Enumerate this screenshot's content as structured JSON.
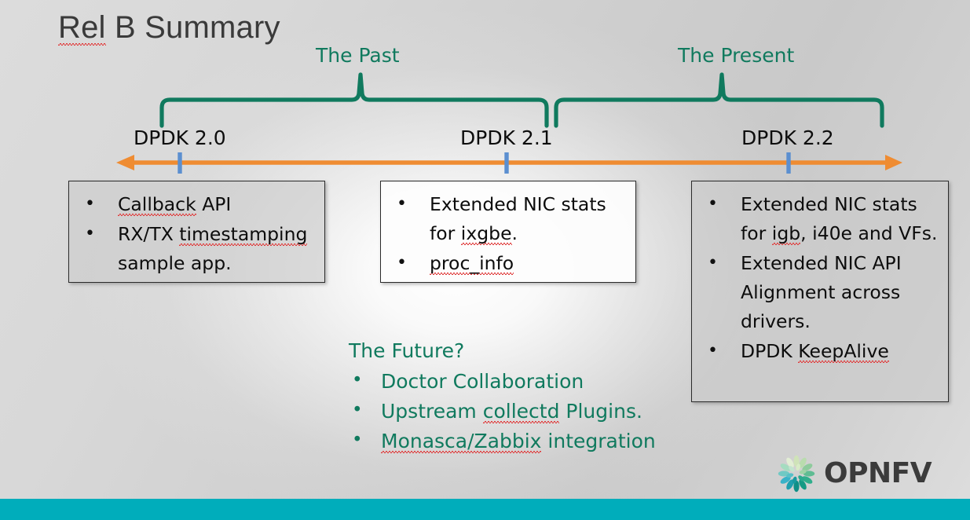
{
  "slide": {
    "title": "Rel B Summary",
    "title_misspelled_prefix": "Rel",
    "title_rest": " B Summary"
  },
  "colors": {
    "brace_teal": "#107a5e",
    "timeline_orange": "#ef8c32",
    "tick_blue": "#5b8fd0",
    "bottom_bar": "#00adbb",
    "title_gray": "#3a3a3a",
    "body_black": "#0c0c0c",
    "spellcheck_red": "#e03b3b"
  },
  "braces": [
    {
      "label": "The Past",
      "from": "DPDK 2.0",
      "to": "DPDK 2.1"
    },
    {
      "label": "The Present",
      "from": "DPDK 2.1",
      "to": "DPDK 2.2"
    }
  ],
  "timeline": {
    "direction": "double-arrow",
    "milestones": [
      {
        "label": "DPDK 2.0"
      },
      {
        "label": "DPDK 2.1"
      },
      {
        "label": "DPDK 2.2"
      }
    ]
  },
  "boxes": [
    {
      "for_milestone": "DPDK 2.0",
      "items": [
        {
          "parts": [
            {
              "text": "Callback",
              "spellcheck": true
            },
            {
              "text": " API",
              "spellcheck": false
            }
          ]
        },
        {
          "parts": [
            {
              "text": "RX/TX ",
              "spellcheck": false
            },
            {
              "text": "timestamping",
              "spellcheck": true
            },
            {
              "text": " sample app.",
              "spellcheck": false
            }
          ]
        }
      ]
    },
    {
      "for_milestone": "DPDK 2.1",
      "items": [
        {
          "parts": [
            {
              "text": "Extended NIC stats for ",
              "spellcheck": false
            },
            {
              "text": "ixgbe",
              "spellcheck": true
            },
            {
              "text": ".",
              "spellcheck": false
            }
          ]
        },
        {
          "parts": [
            {
              "text": "proc_info",
              "spellcheck": true
            }
          ]
        }
      ]
    },
    {
      "for_milestone": "DPDK 2.2",
      "items": [
        {
          "parts": [
            {
              "text": "Extended NIC stats for ",
              "spellcheck": false
            },
            {
              "text": "igb",
              "spellcheck": true
            },
            {
              "text": ", i40e and VFs.",
              "spellcheck": false
            }
          ]
        },
        {
          "parts": [
            {
              "text": "Extended NIC API Alignment across drivers.",
              "spellcheck": false
            }
          ]
        },
        {
          "parts": [
            {
              "text": "DPDK ",
              "spellcheck": false
            },
            {
              "text": "KeepAlive",
              "spellcheck": true
            }
          ]
        }
      ]
    }
  ],
  "future": {
    "title": "The Future?",
    "items": [
      {
        "parts": [
          {
            "text": "Doctor Collaboration",
            "spellcheck": false
          }
        ]
      },
      {
        "parts": [
          {
            "text": "Upstream ",
            "spellcheck": false
          },
          {
            "text": "collectd",
            "spellcheck": true
          },
          {
            "text": " Plugins.",
            "spellcheck": false
          }
        ]
      },
      {
        "parts": [
          {
            "text": "Monasca/Zabbix",
            "spellcheck": true
          },
          {
            "text": " integration",
            "spellcheck": false
          }
        ]
      }
    ]
  },
  "logo": {
    "text": "OPNFV",
    "mark": "opnfv-pinwheel-icon"
  }
}
